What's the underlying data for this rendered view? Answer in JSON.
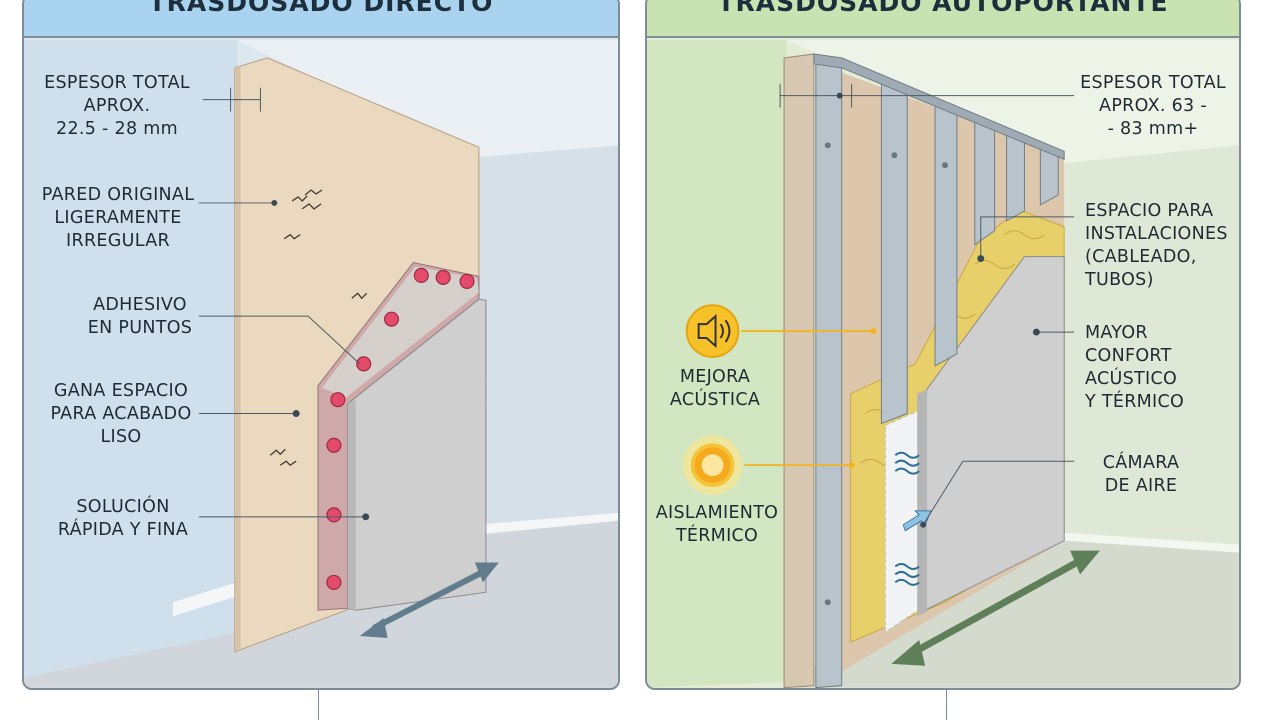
{
  "left_panel": {
    "title": "TRASDOSADO DIRECTO",
    "labels": {
      "thickness_1": "ESPESOR TOTAL",
      "thickness_2": "APROX.",
      "thickness_3": "22.5 - 28 mm",
      "wall_1": "PARED ORIGINAL",
      "wall_2": "LIGERAMENTE",
      "wall_3": "IRREGULAR",
      "adhesive_1": "ADHESIVO",
      "adhesive_2": "EN PUNTOS",
      "space_1": "GANA ESPACIO",
      "space_2": "PARA ACABADO",
      "space_3": "LISO",
      "solution_1": "SOLUCIÓN",
      "solution_2": "RÁPIDA Y FINA"
    }
  },
  "right_panel": {
    "title": "TRASDOSADO AUTOPORTANTE",
    "labels": {
      "thickness_1": "ESPESOR TOTAL",
      "thickness_2": "APROX. 63 -",
      "thickness_3": "- 83 mm+",
      "install_1": "ESPACIO PARA",
      "install_2": "INSTALACIONES",
      "install_3": "(CABLEADO,",
      "install_4": "TUBOS)",
      "comfort_1": "MAYOR",
      "comfort_2": "CONFORT",
      "comfort_3": "ACÚSTICO",
      "comfort_4": "Y TÉRMICO",
      "air_1": "CÁMARA",
      "air_2": "DE AIRE",
      "acoustic_1": "MEJORA",
      "acoustic_2": "ACÚSTICA",
      "thermal_1": "AISLAMIENTO",
      "thermal_2": "TÉRMICO"
    }
  },
  "colors": {
    "left_header": "#a9d3ee",
    "right_header": "#c9e2b2",
    "plaster_board": "#cfcfcf",
    "original_wall": "#ead8bf",
    "adhesive": "#e44b6a",
    "insulation": "#e7cf6a",
    "metal_stud": "#b8c3cb",
    "arrow": "#617c8c",
    "icon_yellow": "#f7c12a"
  },
  "icons": [
    "speaker-icon",
    "sun-icon",
    "air-waves-icon",
    "double-arrow-icon"
  ]
}
